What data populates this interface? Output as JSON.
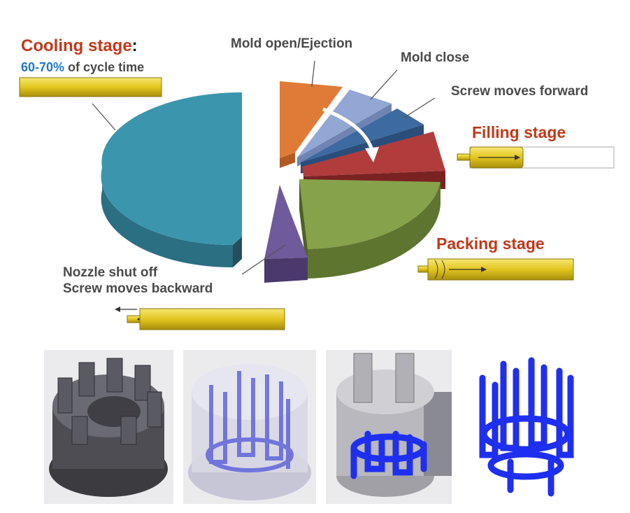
{
  "labels": {
    "cooling_title": "Cooling stage",
    "cooling_colon": ":",
    "cooling_percent": "60-70%",
    "cooling_rest": " of cycle time",
    "mold_open": "Mold open/Ejection",
    "mold_close": "Mold close",
    "screw_forward": "Screw moves forward",
    "filling": "Filling stage",
    "packing": "Packing stage",
    "nozzle": "Nozzle shut off",
    "screw_backward": "Screw moves backward"
  },
  "colors": {
    "cooling": "#3b96ad",
    "mold_open": "#e07b37",
    "mold_close": "#93a7d4",
    "screw_forward": "#3c6aa1",
    "filling": "#b13c3c",
    "packing": "#86a24a",
    "nozzle": "#6f5a9b",
    "gold": "#e2c51e",
    "stage_red": "#c0391b",
    "accent_blue": "#1f78c8",
    "cooling_channel": "#1f2ff0"
  },
  "icons": {
    "arrow": "curved-arrow-icon",
    "screw": "screw-bar-icon",
    "thumbs": [
      "mold-dark-icon",
      "mold-transparent-icon",
      "mold-cutaway-icon",
      "cooling-channels-icon"
    ]
  }
}
